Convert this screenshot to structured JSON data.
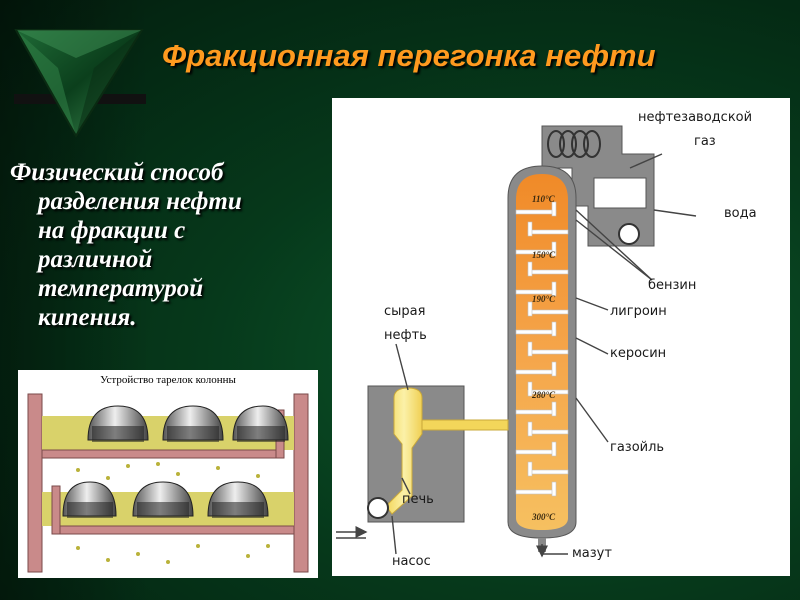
{
  "title": "Фракционная перегонка нефти",
  "description": {
    "line1": "Физический способ",
    "line2": "разделения нефти",
    "line3": "на фракции с",
    "line4": "различной",
    "line5": "температурой",
    "line6": "кипения."
  },
  "tray_figure": {
    "title": "Устройство тарелок колонны"
  },
  "diagram": {
    "labels": {
      "gas": "нефтезаводской газ",
      "gas_line1": "нефтезаводской",
      "gas_line2": "газ",
      "water": "вода",
      "gasoline": "бензин",
      "ligroin": "лигроин",
      "kerosene": "керосин",
      "gasoil": "газойль",
      "mazut": "мазут",
      "crude_line1": "сырая",
      "crude_line2": "нефть",
      "furnace": "печь",
      "pump": "насос"
    },
    "temperatures": [
      "110°C",
      "150°C",
      "190°C",
      "280°C",
      "300°C"
    ]
  },
  "colors": {
    "title": "#ff9a1f",
    "background": "#06391b",
    "column_fill": "#f5a54a",
    "furnace_fill": "#f7e37a",
    "housing": "#7a7a7a"
  }
}
